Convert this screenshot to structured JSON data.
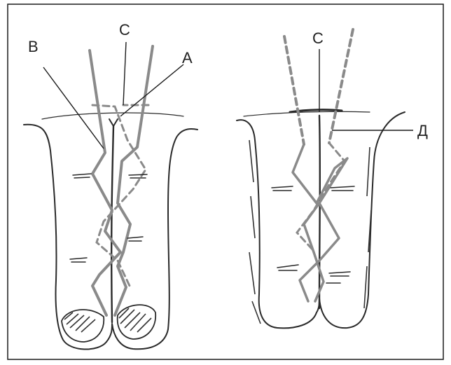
{
  "figure": {
    "left_panel": {
      "labels": {
        "b": "В",
        "c": "С",
        "a": "А"
      }
    },
    "right_panel": {
      "labels": {
        "c": "С",
        "d": "Д"
      }
    }
  }
}
